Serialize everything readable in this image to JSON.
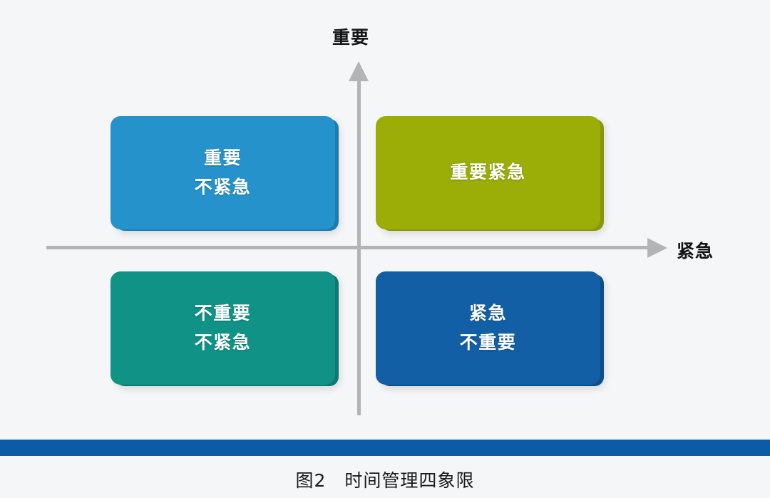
{
  "figure": {
    "background_color": "#f5f6f7",
    "caption": "图2　时间管理四象限",
    "bottom_rule_color": "#0b5ca5"
  },
  "axes": {
    "y_label": "重要",
    "x_label": "紧急",
    "line_color": "#b4b4b4",
    "y_arrow_icon": "arrow-up-icon",
    "x_arrow_icon": "arrow-right-icon"
  },
  "quadrants": [
    {
      "id": "important-not-urgent",
      "position": "top-left",
      "lines": [
        "重要",
        "不紧急"
      ],
      "color": "#2692cc",
      "shadow_color": "#1c7cb0"
    },
    {
      "id": "important-urgent",
      "position": "top-right",
      "lines": [
        "重要紧急"
      ],
      "color": "#9bad07",
      "shadow_color": "#879705"
    },
    {
      "id": "not-important-not-urgent",
      "position": "bottom-left",
      "lines": [
        "不重要",
        "不紧急"
      ],
      "color": "#109287",
      "shadow_color": "#0b7a71"
    },
    {
      "id": "urgent-not-important",
      "position": "bottom-right",
      "lines": [
        "紧急",
        "不重要"
      ],
      "color": "#125fa6",
      "shadow_color": "#0d4d88"
    }
  ]
}
